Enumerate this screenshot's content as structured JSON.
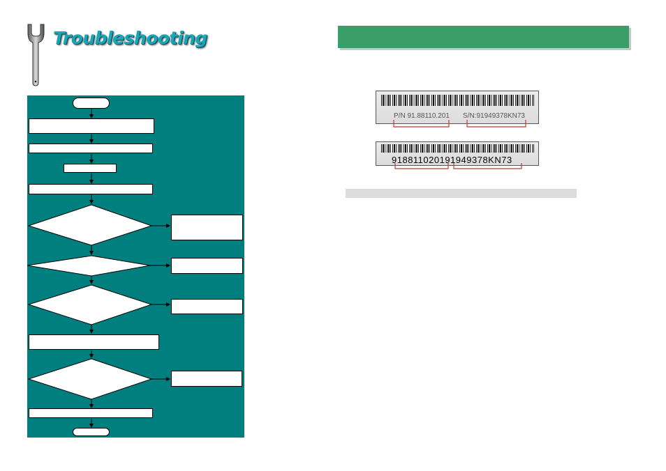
{
  "page": {
    "title": "Troubleshooting",
    "colors": {
      "title": "#1aa6b7",
      "flowchart_background": "#007f7f",
      "header_bar": "#3a9e69",
      "bracket": "#c0392b",
      "label_background": "#e3e3e3"
    },
    "icon": "wrench-icon"
  },
  "barcode_labels": {
    "label1": {
      "pn": "P/N 91.88110.201",
      "sn": "S/N:91949378KN73"
    },
    "label2": {
      "code": "918811020191949378KN73"
    }
  }
}
